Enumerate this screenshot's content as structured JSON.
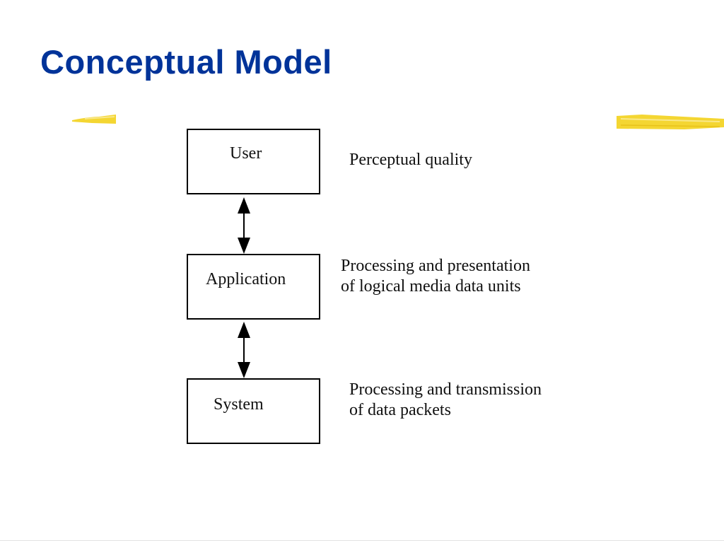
{
  "slide": {
    "title": "Conceptual Model"
  },
  "layers": [
    {
      "label": "User",
      "description": [
        "Perceptual quality"
      ]
    },
    {
      "label": "Application",
      "description": [
        "Processing and presentation",
        "of logical media data units"
      ]
    },
    {
      "label": "System",
      "description": [
        "Processing and transmission",
        "of data packets"
      ]
    }
  ],
  "colors": {
    "title": "#003399",
    "highlight": "#f4d632",
    "line": "#000000"
  },
  "icons": {
    "connector": "double-headed-arrow-icon",
    "accent": "highlighter-stroke-icon"
  }
}
